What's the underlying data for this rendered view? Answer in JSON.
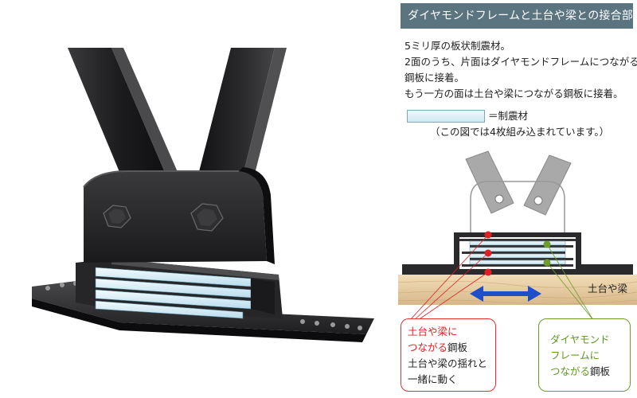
{
  "title": "ダイヤモンドフレームと土台や梁との接合部",
  "description": {
    "line1": "5ミリ厚の板状制震材。",
    "line2": "2面のうち、片面はダイヤモンドフレームにつながる",
    "line3": "鋼板に接着。",
    "line4": "もう一方の面は土台や梁につながる鋼板に接着。"
  },
  "legend": {
    "label": "＝制震材",
    "note": "（この図では4枚組み込まれています。）"
  },
  "base_label": "土台や梁",
  "callout_red": {
    "line1": "土台や梁に",
    "line2_colored": "つながる",
    "line2_plain": "鋼板",
    "line3": "土台や梁の揺れと",
    "line4": "一緒に動く"
  },
  "callout_green": {
    "line1": "ダイヤモンド",
    "line2": "フレームに",
    "line3_colored": "つながる",
    "line3_plain": "鋼板"
  },
  "colors": {
    "title_bg": "#5b7580",
    "red_dot": "#e02020",
    "green_dot": "#6e9d2e",
    "arrow": "#1f4fc8",
    "damper": "#cfe8f2"
  }
}
